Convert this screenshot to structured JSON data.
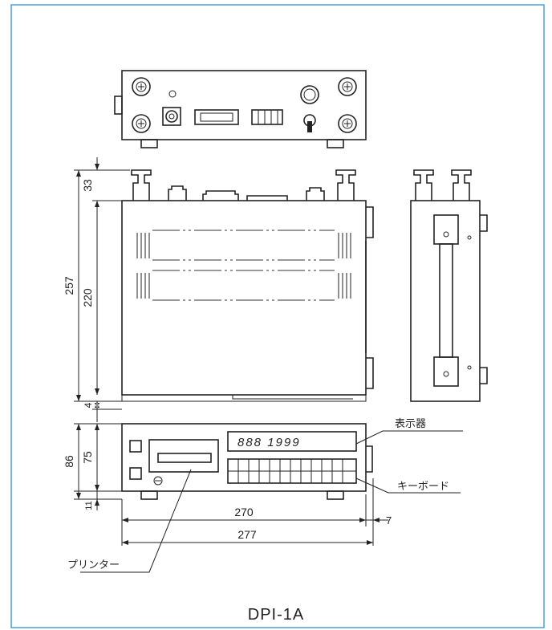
{
  "model_name": "DPI-1A",
  "dimensions": {
    "height_total": "257",
    "height_body": "220",
    "height_top": "33",
    "height_bottom": "4",
    "front_height_total": "86",
    "front_height_body": "75",
    "front_gap": "11",
    "width_body": "270",
    "width_total": "277",
    "width_extra": "7"
  },
  "callouts": {
    "display": "表示器",
    "keyboard": "キーボード",
    "printer": "プリンター"
  },
  "display_readout": "888 1999",
  "colors": {
    "frame_border": "#4a9fd8",
    "line": "#222222"
  }
}
